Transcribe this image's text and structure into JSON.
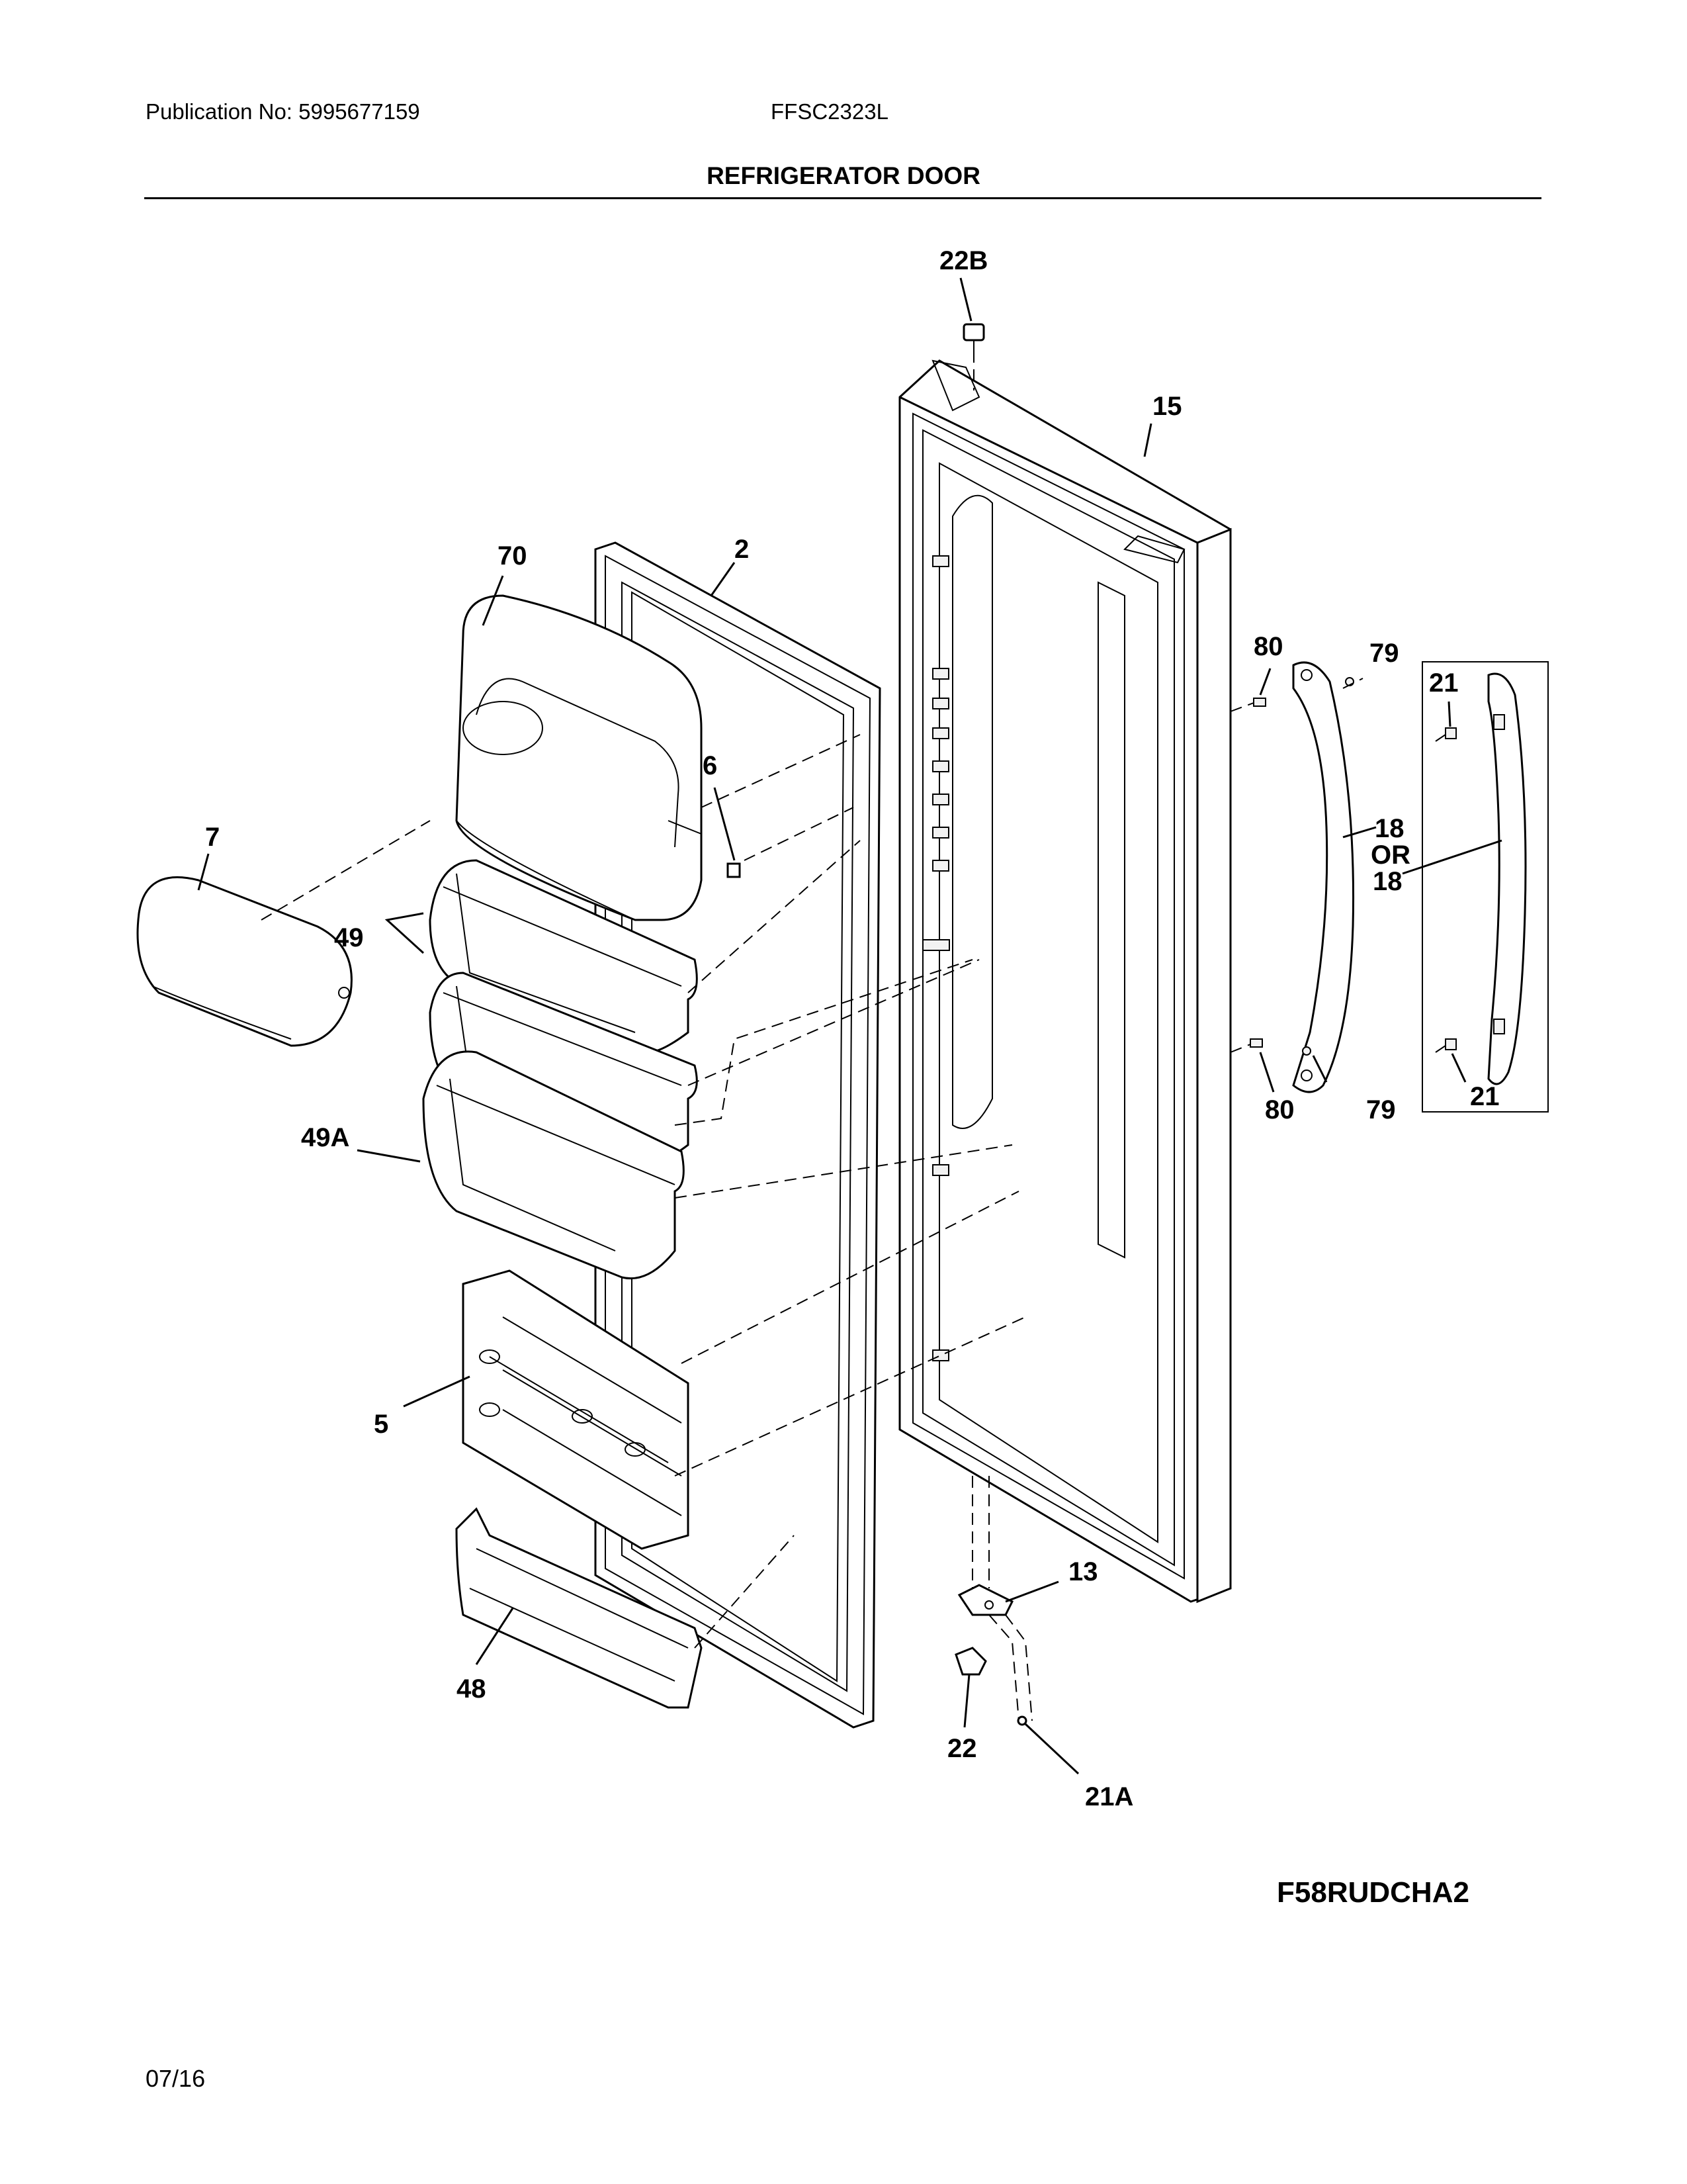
{
  "header": {
    "publication": "Publication No: 5995677159",
    "model": "FFSC2323L",
    "section_title": "REFRIGERATOR DOOR"
  },
  "callouts": {
    "c22b": "22B",
    "c15": "15",
    "c70": "70",
    "c2": "2",
    "c6": "6",
    "c7": "7",
    "c49": "49",
    "c49a": "49A",
    "c5": "5",
    "c48": "48",
    "c80_top": "80",
    "c79_top": "79",
    "c21_top": "21",
    "c18": "18",
    "c_or": "OR",
    "c18_alt": "18",
    "c80_bottom": "80",
    "c79_bottom": "79",
    "c21_bottom": "21",
    "c13": "13",
    "c22": "22",
    "c21a": "21A"
  },
  "footer": {
    "diagram_code": "F58RUDCHA2",
    "date": "07/16"
  }
}
